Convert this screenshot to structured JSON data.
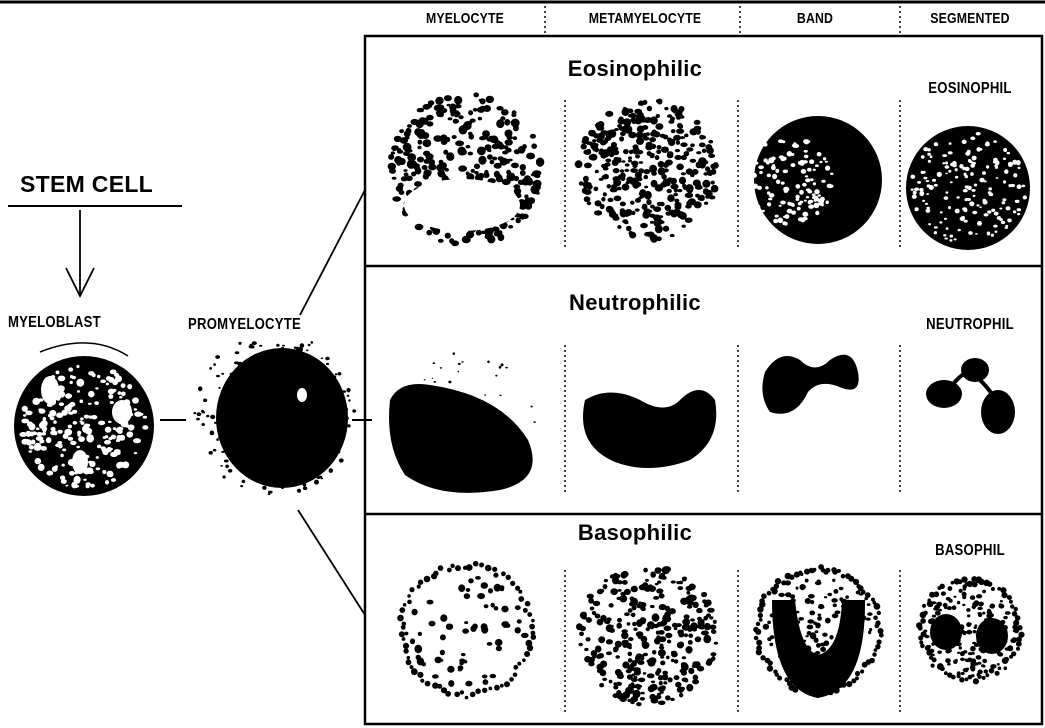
{
  "colors": {
    "ink": "#000000",
    "paper": "#ffffff"
  },
  "stages": {
    "stem_cell": "STEM CELL",
    "myeloblast": "MYELOBLAST",
    "promyelocyte": "PROMYELOCYTE"
  },
  "columns": [
    "MYELOCYTE",
    "METAMYELOCYTE",
    "BAND",
    "SEGMENTED"
  ],
  "rows": [
    {
      "title": "Eosinophilic",
      "mature": "EOSINOPHIL"
    },
    {
      "title": "Neutrophilic",
      "mature": "NEUTROPHIL"
    },
    {
      "title": "Basophilic",
      "mature": "BASOPHIL"
    }
  ]
}
